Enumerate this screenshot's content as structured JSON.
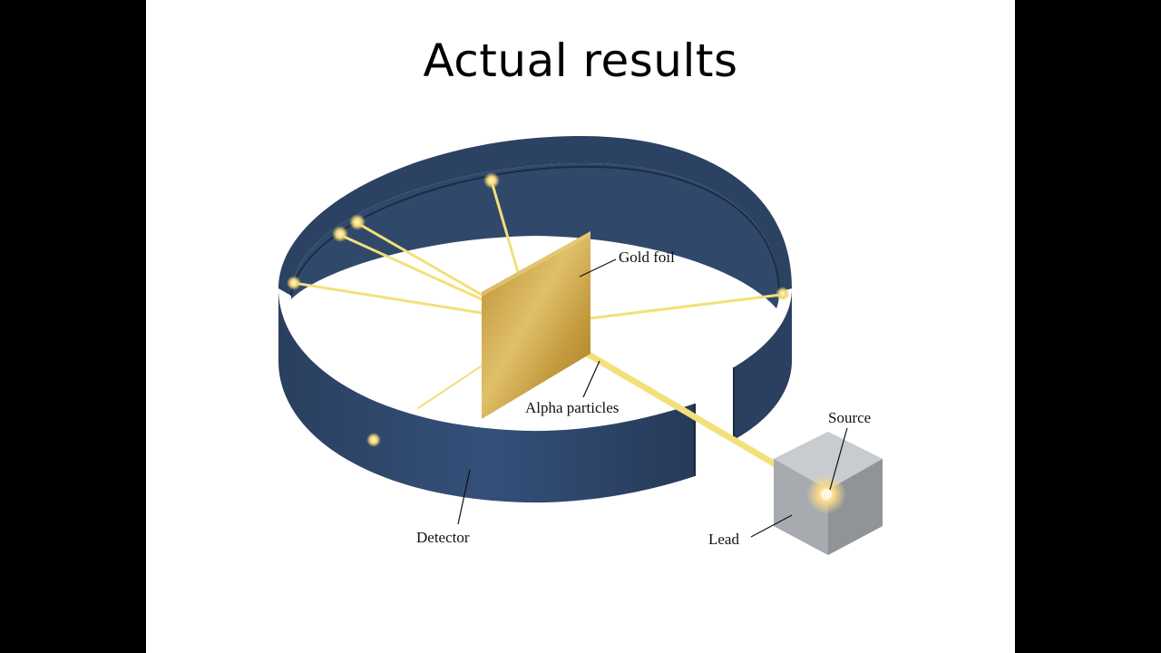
{
  "slide": {
    "title": "Actual results"
  },
  "diagram": {
    "labels": {
      "gold_foil": "Gold foil",
      "alpha_particles": "Alpha particles",
      "source": "Source",
      "lead": "Lead",
      "detector": "Detector"
    },
    "colors": {
      "detector_band": "#2e4565",
      "detector_dark": "#1f2f48",
      "gold_foil": "#c9a13f",
      "beam": "#f3e07a",
      "lead_block": "#a9adb1",
      "background": "#ffffff",
      "frame": "#000000"
    }
  }
}
